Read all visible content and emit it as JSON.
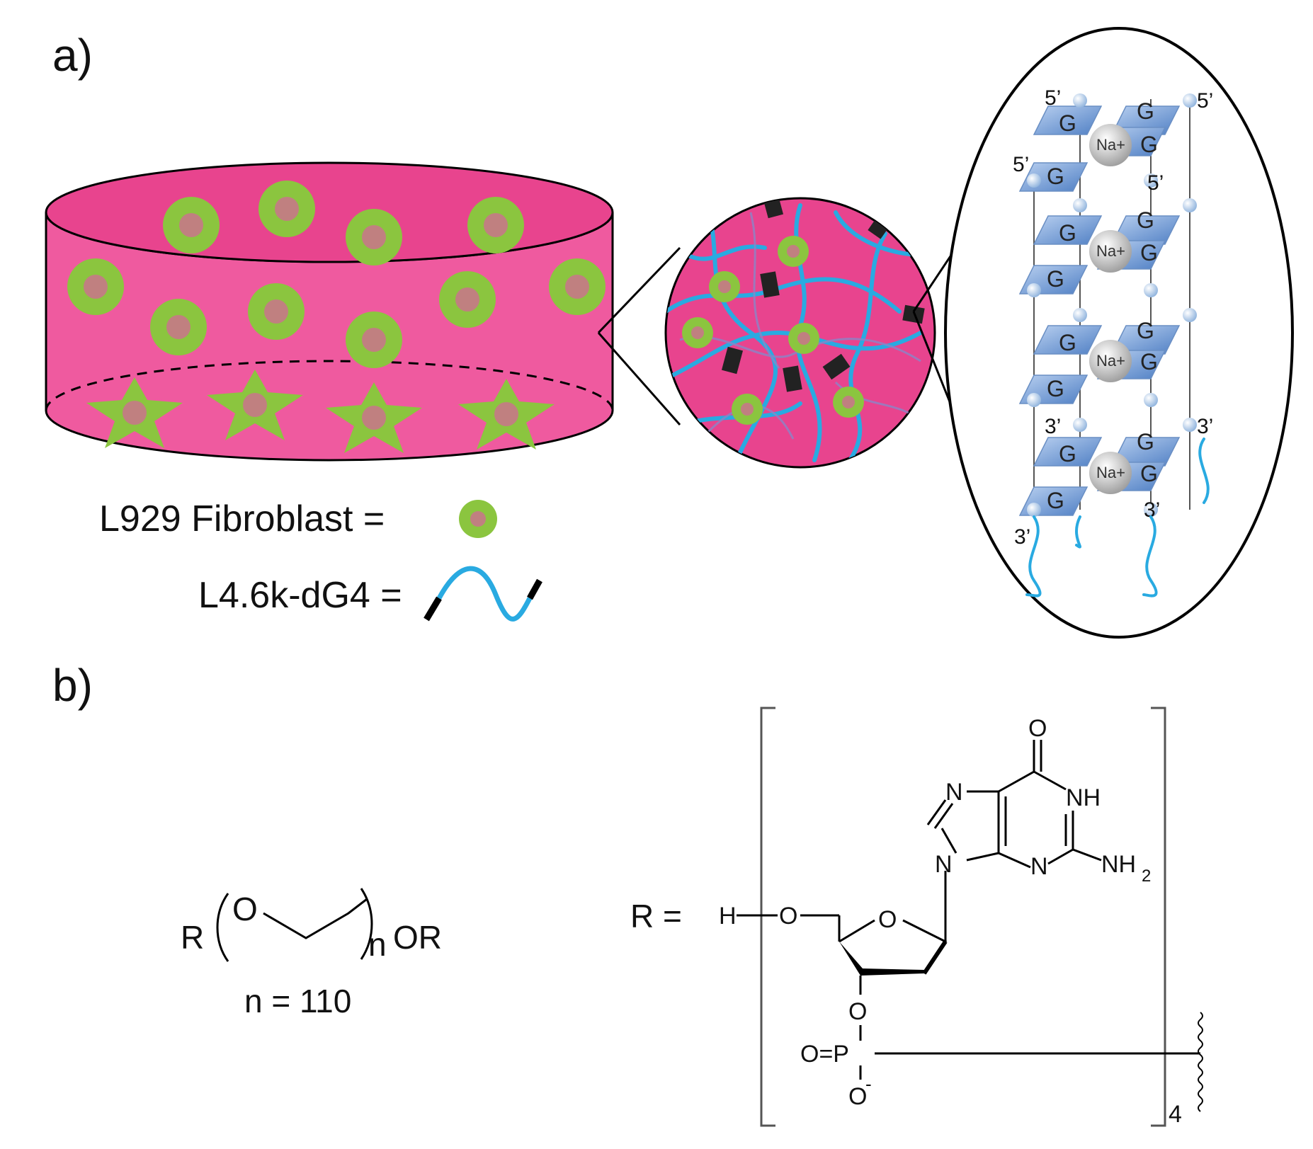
{
  "panels": {
    "a": "a)",
    "b": "b)"
  },
  "legend": {
    "fibroblast": "L929 Fibroblast =",
    "polymer": "L4.6k-dG4 ="
  },
  "quadruplex": {
    "top_primes": [
      "5’",
      "5’",
      "5’",
      "5’"
    ],
    "bottom_primes": [
      "3’",
      "3’",
      "3’",
      "3’"
    ],
    "g_label": "G",
    "ion_label": "Na+"
  },
  "peg": {
    "r_left": "R",
    "o": "O",
    "n": "n",
    "or_right": "OR",
    "n_value": "n = 110"
  },
  "r_group": {
    "r_eq": "R =",
    "h": "H",
    "o_link": "O",
    "o_ring": "O",
    "carbonyl_o": "O",
    "nh": "NH",
    "n7": "N",
    "n9": "N",
    "n3": "N",
    "nh2": "NH",
    "nh2_sub": "2",
    "o3": "O",
    "p_eq": "O=P",
    "o_minus": "O",
    "minus": "-",
    "repeat": "4"
  },
  "colors": {
    "gel_pink": "#ef5a9f",
    "gel_top": "#e8448e",
    "cell_green": "#8bc53f",
    "nucleus": "#c08080",
    "strand_blue": "#29aae1",
    "tetrad_blue": "#7fa8d8"
  }
}
